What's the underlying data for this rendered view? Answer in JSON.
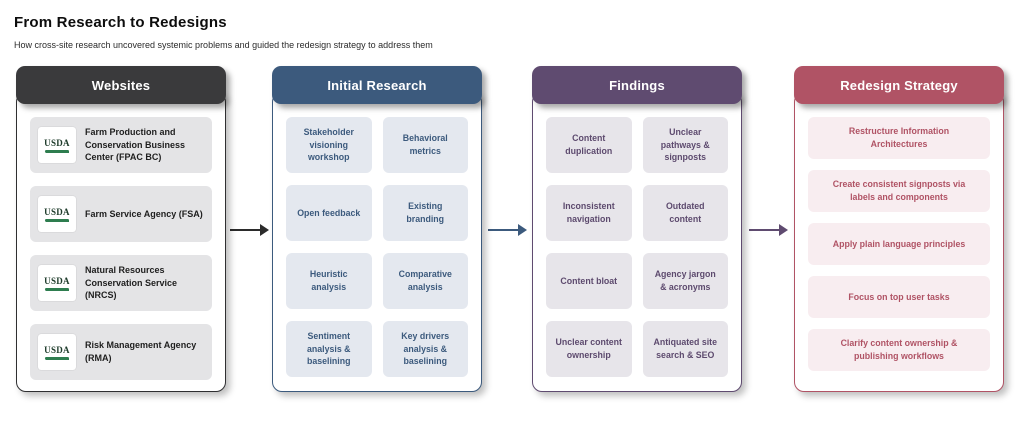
{
  "page": {
    "title": "From Research to Redesigns",
    "subtitle": "How cross-site research uncovered systemic problems and guided the redesign strategy to address them"
  },
  "logo": {
    "usda": "USDA"
  },
  "columns": [
    {
      "title": "Websites",
      "items": [
        "Farm Production and Conservation Business Center (FPAC BC)",
        "Farm Service Agency (FSA)",
        "Natural Resources Conservation Service (NRCS)",
        "Risk Management Agency (RMA)"
      ]
    },
    {
      "title": "Initial Research",
      "items": [
        "Stakeholder visioning workshop",
        "Behavioral metrics",
        "Open feedback",
        "Existing branding",
        "Heuristic analysis",
        "Comparative analysis",
        "Sentiment analysis & baselining",
        "Key drivers analysis & baselining"
      ]
    },
    {
      "title": "Findings",
      "items": [
        "Content duplication",
        "Unclear pathways & signposts",
        "Inconsistent navigation",
        "Outdated content",
        "Content bloat",
        "Agency jargon & acronyms",
        "Unclear content ownership",
        "Antiquated site search & SEO"
      ]
    },
    {
      "title": "Redesign Strategy",
      "items": [
        "Restructure Information Architectures",
        "Create consistent signposts via labels and components",
        "Apply plain language principles",
        "Focus on top user tasks",
        "Clarify content ownership & publishing workflows"
      ]
    }
  ],
  "colors": {
    "websites_header": "#3a3a3c",
    "initial_research_header": "#3c5a7d",
    "findings_header": "#5f4b70",
    "redesign_strategy_header": "#b05365",
    "arrow_websites_to_research": "#2b2b2b",
    "arrow_research_to_findings": "#3c5a7d",
    "arrow_findings_to_strategy": "#5f4b70"
  }
}
